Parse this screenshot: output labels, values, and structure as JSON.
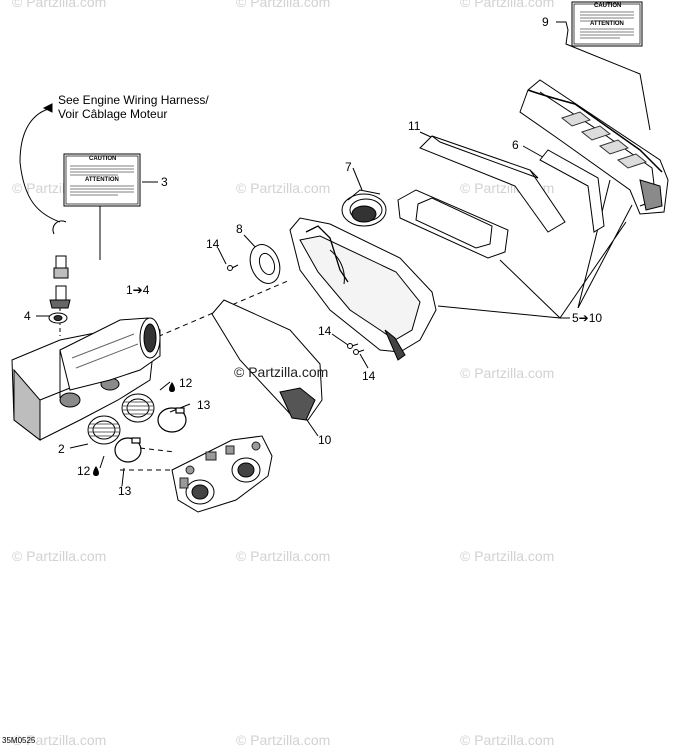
{
  "watermarks": {
    "text": "© Partzilla.com",
    "count": 15
  },
  "center_watermark": "© Partzilla.com",
  "note": {
    "line1": "See Engine Wiring Harness/",
    "line2": "Voir Câblage Moteur"
  },
  "callouts": {
    "c1": "9",
    "c2": "11",
    "c3": "6",
    "c4": "7",
    "c5": "3",
    "c6": "8",
    "c7": "14",
    "c8": "1➔4",
    "c9": "4",
    "c10": "5➔10",
    "c11": "14",
    "c12": "14",
    "c13": "12",
    "c14": "13",
    "c15": "10",
    "c16": "2",
    "c17": "12",
    "c18": "13"
  },
  "labels": {
    "caution_title": "CAUTION",
    "attention_title": "ATTENTION"
  },
  "diagram_code": "35M0525",
  "colors": {
    "line": "#000000",
    "watermark": "#d2d2d2",
    "part_fill": "#ffffff",
    "shade": "#7a7a7a",
    "dark": "#2a2a2a"
  }
}
